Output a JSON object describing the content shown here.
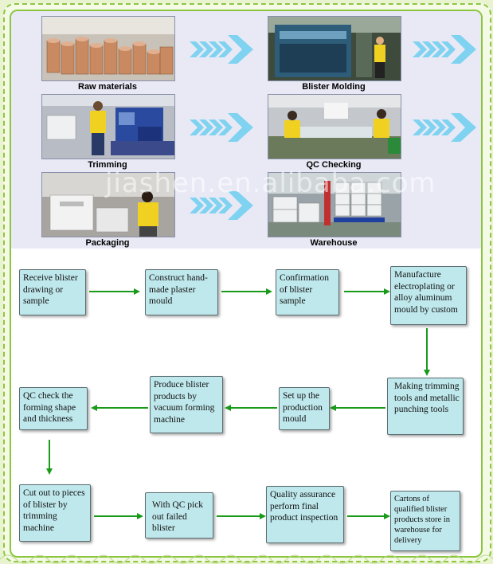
{
  "photo_captions": {
    "raw": "Raw materials",
    "blister": "Blister Molding",
    "trimming": "Trimming",
    "qc": "QC Checking",
    "packaging": "Packaging",
    "warehouse": "Warehouse"
  },
  "watermark": "jiashen.en.alibaba.com",
  "steps": {
    "s1": "Receive blister drawing or sample",
    "s2": "Construct hand-made plaster mould",
    "s3": "Confirmation of blister sample",
    "s4": "Manufacture electroplating or alloy aluminum mould by custom",
    "s5": "Making trimming tools and metallic punching tools",
    "s6": "Set up the production mould",
    "s7": "Produce blister products by vacuum forming machine",
    "s8": "QC check the forming shape and thickness",
    "s9": "Cut out to pieces of blister by trimming machine",
    "s10": "With QC pick out failed blister",
    "s11": "Quality assurance perform final product inspection",
    "s12": "Cartons of qualified blister products store in warehouse for delivery"
  },
  "colors": {
    "border": "#8cc63f",
    "box": "#bfe8ec",
    "arrow": "#1a9a1a",
    "stripe": "#7fd3f0"
  },
  "icons": [
    "striped-arrow-icon",
    "flow-arrow-icon"
  ]
}
